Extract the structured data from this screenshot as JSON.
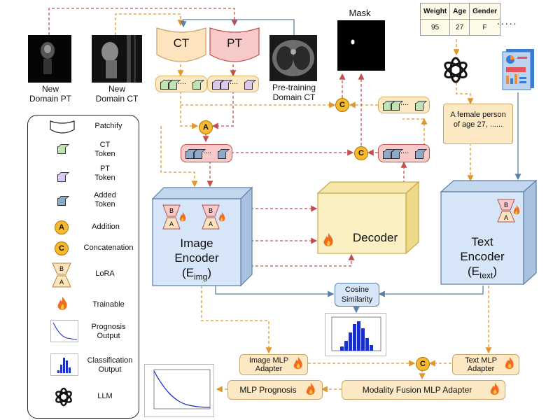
{
  "inputs": {
    "new_pt": "New\nDomain PT",
    "new_ct": "New\nDomain CT",
    "pretrain_ct": "Pre-training\nDomain CT",
    "ct": "CT",
    "pt": "PT",
    "mask": "Mask"
  },
  "table": {
    "headers": [
      "Weight",
      "Age",
      "Gender"
    ],
    "row": [
      "95",
      "27",
      "F"
    ],
    "ellipsis": "....."
  },
  "prompt_text": "A female person of age 27, ......",
  "image_encoder": {
    "line1": "Image",
    "line2": "Encoder",
    "line3": "(E",
    "sub": "img",
    "close": ")"
  },
  "decoder": "Decoder",
  "text_encoder": {
    "line1": "Text",
    "line2": "Encoder",
    "line3": "(E",
    "sub": "text",
    "close": ")"
  },
  "cosine": "Cosine\nSimilarity",
  "image_mlp": "Image MLP\nAdapter",
  "text_mlp": "Text MLP\nAdapter",
  "fusion": "Modality Fusion MLP Adapter",
  "mlp_prognosis": "MLP Prognosis",
  "ops": {
    "add": "A",
    "concat": "C",
    "lora_b": "B",
    "lora_a": "A"
  },
  "legend": [
    {
      "key": "patchify",
      "label": "Patchify"
    },
    {
      "key": "ct_token",
      "label": "CT\nToken"
    },
    {
      "key": "pt_token",
      "label": "PT\nToken"
    },
    {
      "key": "added_token",
      "label": "Added\nToken"
    },
    {
      "key": "addition",
      "label": "Addition"
    },
    {
      "key": "concatenation",
      "label": "Concatenation"
    },
    {
      "key": "lora",
      "label": "LoRA"
    },
    {
      "key": "trainable",
      "label": "Trainable"
    },
    {
      "key": "prognosis_output",
      "label": "Prognosis\nOutput"
    },
    {
      "key": "classification_output",
      "label": "Classification\nOutput"
    },
    {
      "key": "llm",
      "label": "LLM"
    }
  ],
  "colors": {
    "ct_fill": "#fde4bf",
    "pt_fill": "#f8c9c9",
    "ct_token": "#bfe3b5",
    "pt_token": "#d9c8ef",
    "added_token": "#8fa9c9",
    "encoder": "#d6e6f8",
    "decoder": "#fbf0c2",
    "orange_arrow": "#e0962a",
    "red_arrow": "#c0504d",
    "blue_arrow": "#5b7fa8",
    "gold": "#f5b82e"
  }
}
